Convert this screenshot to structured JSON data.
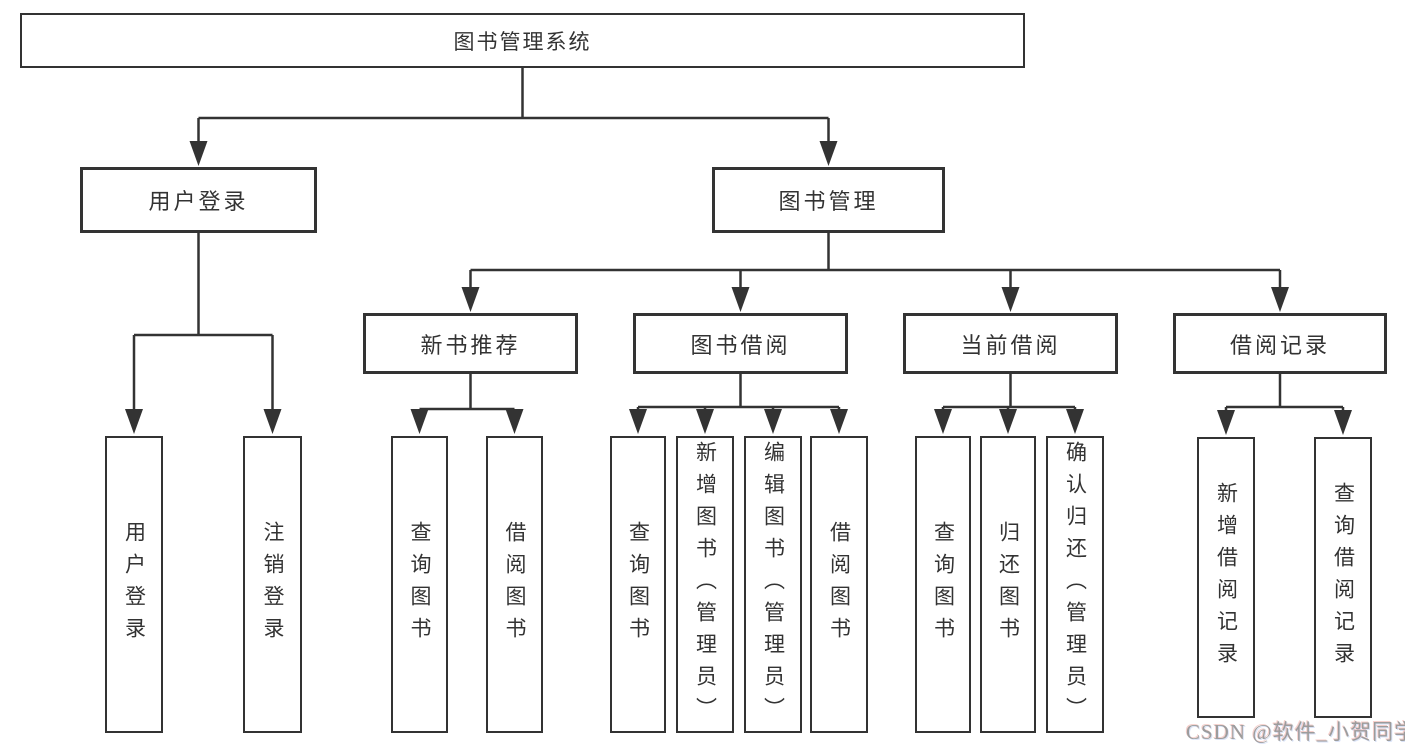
{
  "colors": {
    "line": "#333333",
    "text": "#333333",
    "watermark": "#9c9c9c",
    "background": "#ffffff"
  },
  "watermark": "CSDN @软件_小贺同学",
  "tree": {
    "label": "图书管理系统",
    "children": [
      {
        "label": "用户登录",
        "children": [
          {
            "label": "用户登录"
          },
          {
            "label": "注销登录"
          }
        ]
      },
      {
        "label": "图书管理",
        "children": [
          {
            "label": "新书推荐",
            "children": [
              {
                "label": "查询图书"
              },
              {
                "label": "借阅图书"
              }
            ]
          },
          {
            "label": "图书借阅",
            "children": [
              {
                "label": "查询图书"
              },
              {
                "label": "新增图书（管理员）"
              },
              {
                "label": "编辑图书（管理员）"
              },
              {
                "label": "借阅图书"
              }
            ]
          },
          {
            "label": "当前借阅",
            "children": [
              {
                "label": "查询图书"
              },
              {
                "label": "归还图书"
              },
              {
                "label": "确认归还（管理员）"
              }
            ]
          },
          {
            "label": "借阅记录",
            "children": [
              {
                "label": "新增借阅记录"
              },
              {
                "label": "查询借阅记录"
              }
            ]
          }
        ]
      }
    ]
  }
}
